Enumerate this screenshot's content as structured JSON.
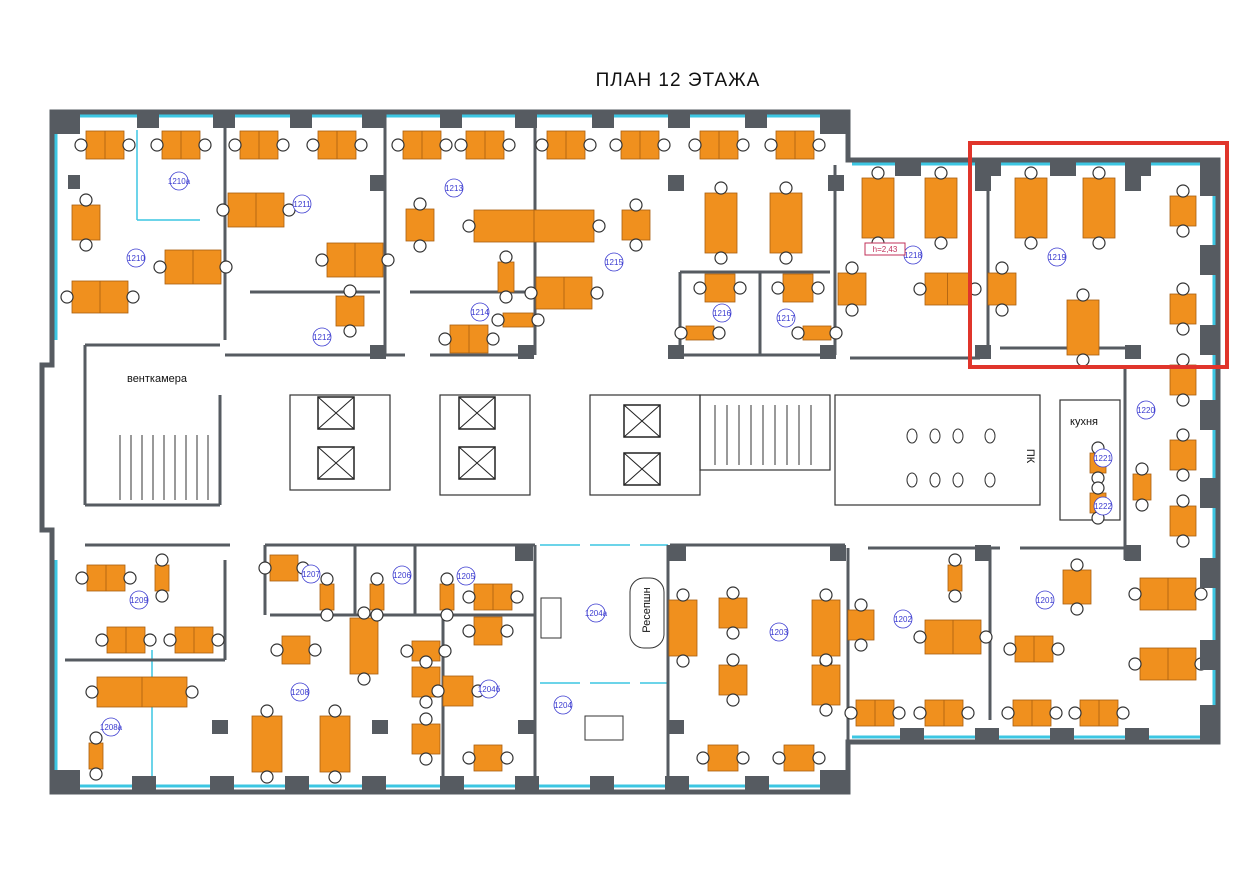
{
  "title": "ПЛАН  12  ЭТАЖА",
  "colors": {
    "wall": "#565b61",
    "window": "#3cc6e2",
    "desk": "#f0901e",
    "desk_edge": "#a85e10",
    "highlight": "#e0352b",
    "room_label": "#3a3ad0"
  },
  "rooms": [
    "1210а",
    "1211",
    "1210",
    "1212",
    "1213",
    "1214",
    "1215",
    "1216",
    "1217",
    "1218",
    "1219",
    "1220",
    "1221",
    "1222",
    "1209",
    "1208",
    "1208а",
    "1207",
    "1206",
    "1205",
    "1204а",
    "1204б",
    "1204",
    "1203",
    "1202",
    "1201"
  ],
  "labels": {
    "ventkamera": "венткамера",
    "kitchen": "кухня",
    "pk": "ПК",
    "reception": "Ресепшн",
    "height": "h=2,43"
  },
  "highlighted_room": "1219"
}
